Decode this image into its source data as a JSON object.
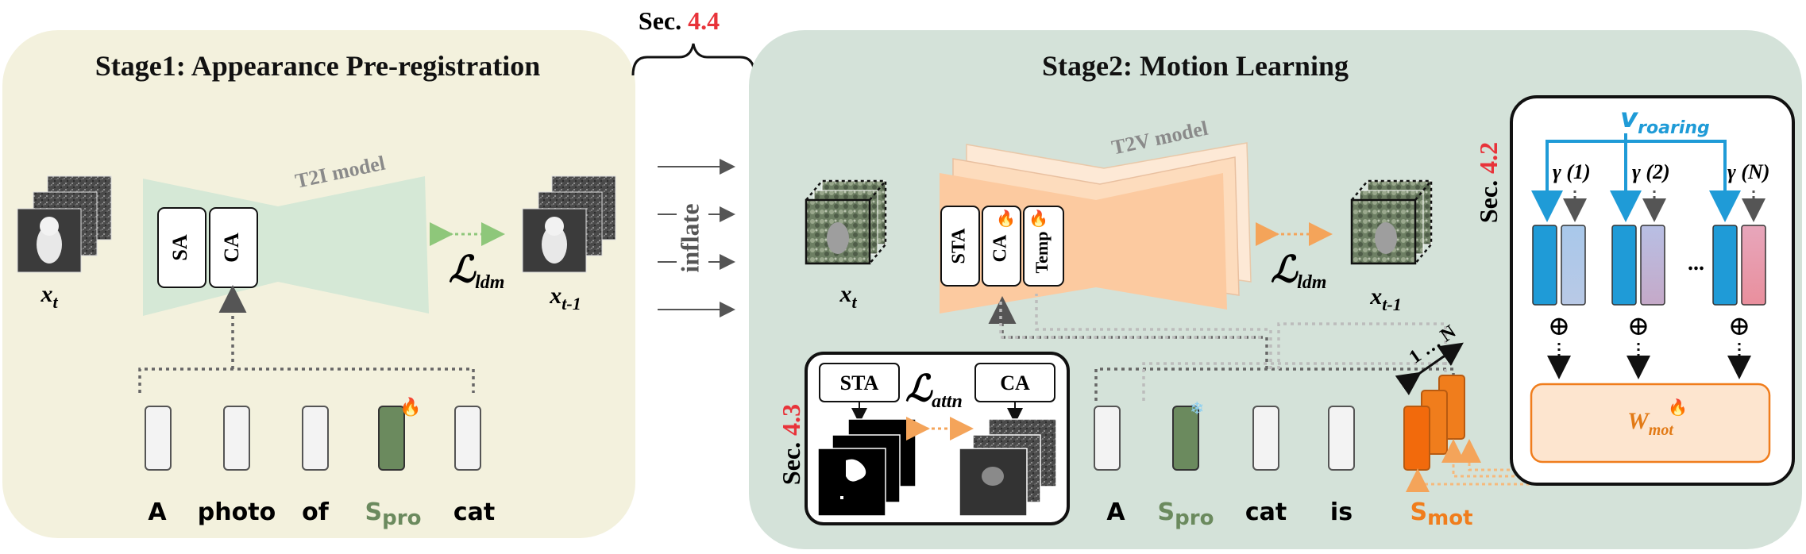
{
  "stage1": {
    "title": "Stage1: Appearance Pre-registration",
    "model_label": "T2I model",
    "blocks": [
      "SA",
      "CA"
    ],
    "x_t": "x",
    "x_t_sub": "t",
    "x_prev": "x",
    "x_prev_sub": "t-1",
    "loss": "ℒ",
    "loss_sub": "ldm",
    "tokens": [
      {
        "label": "A",
        "learnable": false
      },
      {
        "label": "photo",
        "learnable": false
      },
      {
        "label": "of",
        "learnable": false
      },
      {
        "label": "S",
        "sub": "pro",
        "learnable": true
      },
      {
        "label": "cat",
        "learnable": false
      }
    ]
  },
  "middle": {
    "sec_prefix": "Sec.",
    "sec_number": "4.4",
    "inflate_label": "inflate"
  },
  "stage2": {
    "title": "Stage2: Motion Learning",
    "model_label": "T2V model",
    "blocks": [
      "STA",
      "CA",
      "Temp"
    ],
    "x_t": "x",
    "x_t_sub": "t",
    "x_prev": "x",
    "x_prev_sub": "t-1",
    "loss": "ℒ",
    "loss_sub": "ldm",
    "tokens": [
      {
        "label": "A"
      },
      {
        "label": "S",
        "sub": "pro"
      },
      {
        "label": "cat"
      },
      {
        "label": "is"
      },
      {
        "label": "S",
        "sub": "mot"
      }
    ],
    "stack_label": "1 … N",
    "attn_box": {
      "sec_prefix": "Sec.",
      "sec_number": "4.3",
      "left": "STA",
      "right": "CA",
      "loss": "ℒ",
      "loss_sub": "attn"
    },
    "motion_box": {
      "sec_prefix": "Sec.",
      "sec_number": "4.2",
      "v_label": "v",
      "v_sub": "roaring",
      "gammas": [
        "γ (1)",
        "γ (2)",
        "γ (N)"
      ],
      "ellipsis": "...",
      "oplus": "⊕",
      "w_label": "W",
      "w_sub": "mot"
    }
  },
  "colors": {
    "stage1_bg": "#f3f1dd",
    "stage2_bg": "#d4e2d9",
    "t2i_shape": "#d5e8d6",
    "t2v_shape": "#fbcba3",
    "accent_red": "#e8333a",
    "orange": "#f07d1c",
    "blue": "#1f9bd7",
    "green_token": "#6b8a5e"
  }
}
